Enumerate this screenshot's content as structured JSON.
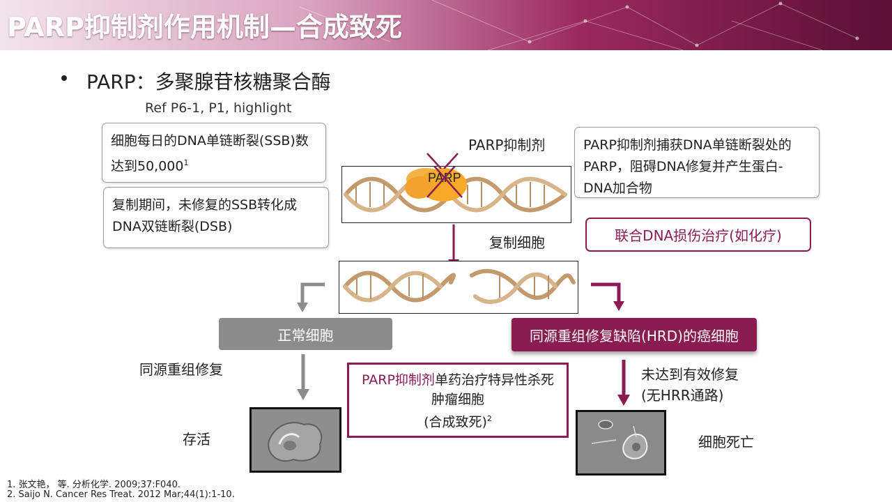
{
  "title": "PARP抑制剂作用机制—合成致死",
  "bullet": "PARP：多聚腺苷核糖聚合酶",
  "ref": "Ref P6-1, P1, highlight",
  "box_ssb": {
    "text": "细胞每日的DNA单链断裂(SSB)数达到50,000",
    "sup": "1"
  },
  "box_dsb": {
    "text": "复制期间，未修复的SSB转化成DNA双链断裂(DSB)"
  },
  "parp_inhibitor_label": "PARP抑制剂",
  "parp_protein_label": "PARP",
  "box_trap": {
    "text": "PARP抑制剂捕获DNA单链断裂处的PARP，阻碍DNA修复并产生蛋白-DNA加合物"
  },
  "replicating_cell_label": "复制细胞",
  "combo_box": "联合DNA损伤治疗(如化疗)",
  "normal_cell": "正常细胞",
  "hrd_cell": "同源重组修复缺陷(HRD)的癌细胞",
  "hr_repair": "同源重组修复",
  "survive": "存活",
  "center_box": {
    "highlight": "PARP抑制剂",
    "text": "单药治疗特异性杀死肿瘤细胞",
    "sub": "(合成致死)",
    "sup": "2"
  },
  "not_repaired": {
    "line1": "未达到有效修复",
    "line2": "(无HRR通路)"
  },
  "cell_death": "细胞死亡",
  "footnotes": [
    "1.   张文艳，  等. 分析化学. 2009;37:F040.",
    "2.   Saijo N. Cancer Res Treat. 2012 Mar;44(1):1-10."
  ],
  "colors": {
    "maroon": "#8a1c52",
    "gray": "#8c8c8c"
  }
}
